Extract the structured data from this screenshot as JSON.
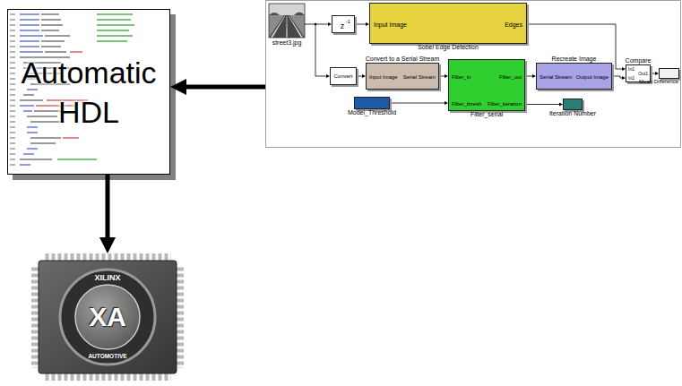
{
  "diagram": {
    "nodes": [
      {
        "text": [
          "Automatic HDL"
        ]
      },
      {
        "text": [
          "street3.jpg"
        ]
      },
      {
        "text": [
          "z",
          "-1"
        ],
        "in": 1
      },
      {
        "text": [
          "Input Image",
          "Edges",
          "Sobel Edge Detection"
        ],
        "in": 1
      },
      {
        "text": [
          "Convert"
        ],
        "in": 1
      },
      {
        "text": [
          "Convert to a Serial Stream",
          "Input Image",
          "Serial Stream"
        ],
        "in": 1
      },
      {
        "text": [
          "Filter_in",
          "Filter_out",
          "Filter_thresh",
          "Filter_iteration",
          "Filter_serial"
        ],
        "in": 1
      },
      {
        "text": [
          "Model_Threshold"
        ],
        "in": 1
      },
      {
        "text": [
          "Recreate Image",
          "Serial Stream",
          "Output Image"
        ],
        "in": 1
      },
      {
        "text": [
          "Iteration Number"
        ],
        "in": 1
      },
      {
        "text": [
          "In1",
          "In2",
          "Out1",
          "Compare"
        ],
        "in": 1
      },
      {
        "text": [
          "Mean Difference"
        ],
        "in": 1
      },
      {
        "text": [
          "XILINX",
          "XA",
          "AUTOMOTIVE"
        ]
      }
    ],
    "edges": [
      {
        "from": 1,
        "to": 0,
        "arrow": "to"
      },
      {
        "from": 0,
        "to": 12,
        "arrow": "to"
      },
      {
        "from": 2,
        "to": 3,
        "arrow": "to"
      },
      {
        "from": 4,
        "to": 5,
        "arrow": "to"
      },
      {
        "from": 5,
        "to": 6,
        "arrow": "to"
      },
      {
        "from": 7,
        "to": 6,
        "arrow": "to"
      },
      {
        "from": 6,
        "to": 8,
        "arrow": "to"
      },
      {
        "from": 6,
        "to": 9,
        "arrow": "to"
      },
      {
        "from": 3,
        "to": 10,
        "arrow": "to"
      },
      {
        "from": 8,
        "to": 10,
        "arrow": "to"
      },
      {
        "from": 10,
        "to": 11,
        "arrow": "to"
      }
    ]
  }
}
